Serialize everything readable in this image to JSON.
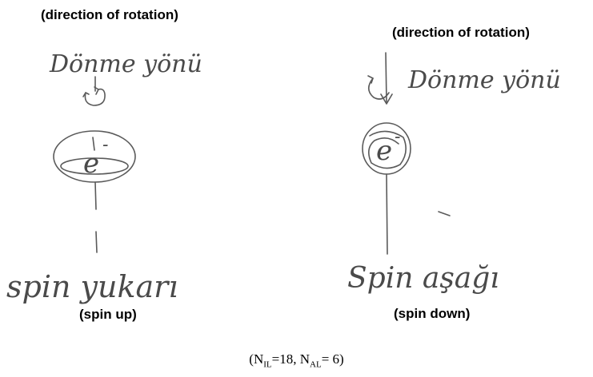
{
  "left_panel": {
    "caption_top": "(direction of rotation)",
    "handwritten_top": "Dönme yönü",
    "electron_label": "e",
    "electron_superscript": "-",
    "handwritten_bottom": "spin yukarı",
    "caption_bottom": "(spin up)"
  },
  "right_panel": {
    "caption_top": "(direction of rotation)",
    "handwritten_top": "Dönme yönü",
    "electron_label": "e",
    "electron_superscript": "-",
    "handwritten_bottom": "Spin aşağı",
    "caption_bottom": "(spin down)"
  },
  "footnote": {
    "open": "(N",
    "n1_sub": "IL",
    "n1_value": "=18, N",
    "n2_sub": "AL",
    "n2_value": "= 6)"
  }
}
